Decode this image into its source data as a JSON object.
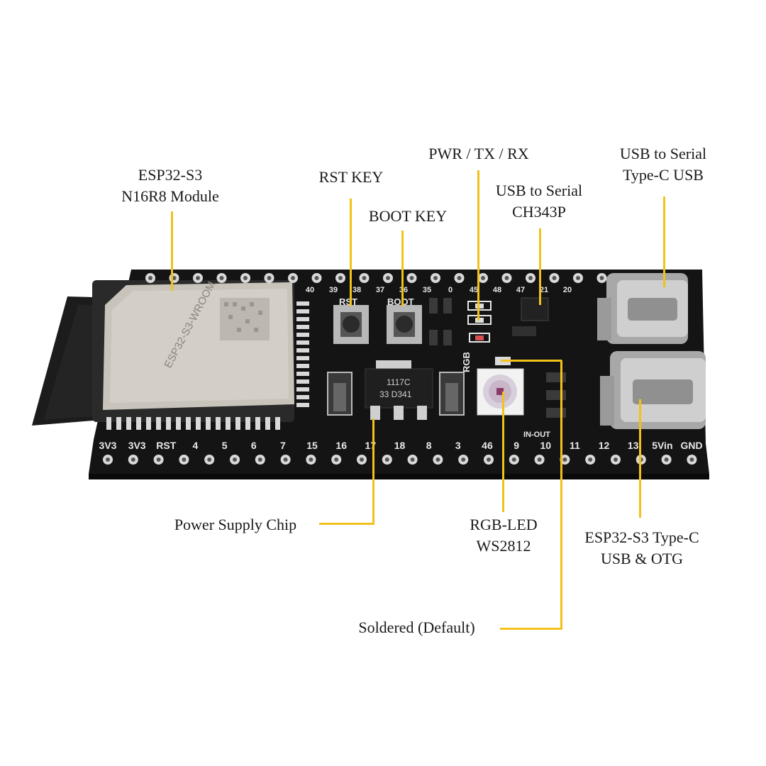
{
  "labels": {
    "module": {
      "line1": "ESP32-S3",
      "line2": "N16R8 Module"
    },
    "rst_key": "RST KEY",
    "boot_key": "BOOT KEY",
    "pwr_tx_rx": "PWR / TX / RX",
    "ch343": {
      "line1": "USB to Serial",
      "line2": "CH343P"
    },
    "usb_serial_typec": {
      "line1": "USB to Serial",
      "line2": "Type-C USB"
    },
    "power_chip": "Power Supply Chip",
    "rgb_led": {
      "line1": "RGB-LED",
      "line2": "WS2812"
    },
    "otg": {
      "line1": "ESP32-S3 Type-C",
      "line2": "USB & OTG"
    },
    "soldered": "Soldered (Default)"
  },
  "board": {
    "module_marking": "ESP32-S3-WROOM",
    "rst_silk": "RST",
    "boot_silk": "BOOT",
    "rgb_silk": "RGB",
    "in_out_silk": "IN-OUT",
    "regulator_marking": {
      "line1": "1117C",
      "line2": "33 D341"
    },
    "top_pins": [
      "40",
      "39",
      "38",
      "37",
      "36",
      "35",
      "0",
      "45",
      "48",
      "47",
      "21",
      "20"
    ],
    "bottom_pins": [
      "3V3",
      "3V3",
      "RST",
      "4",
      "5",
      "6",
      "7",
      "15",
      "16",
      "17",
      "18",
      "8",
      "3",
      "46",
      "9",
      "10",
      "11",
      "12",
      "13",
      "5Vin",
      "GND"
    ],
    "colors": {
      "pcb": "#141414",
      "pin": "#d9d9d9",
      "silk": "#e8e8e8",
      "shield": "#c8c4bc",
      "antenna": "#1c1c1c",
      "usb_metal": "#bfbfbf",
      "leader": "#f2c11a"
    }
  }
}
